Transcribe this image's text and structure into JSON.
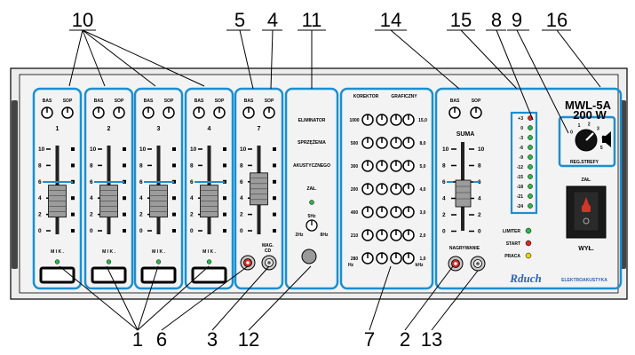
{
  "callouts_top": [
    "10",
    "5",
    "4",
    "11",
    "14",
    "15",
    "8",
    "9",
    "16"
  ],
  "callouts_bottom": [
    "1",
    "6",
    "3",
    "12",
    "7",
    "2",
    "13"
  ],
  "tone_labels": {
    "bas": "BAS",
    "sop": "SOP"
  },
  "channels": [
    "1",
    "2",
    "3",
    "4",
    "7"
  ],
  "fader_scale": [
    "10",
    "8",
    "6",
    "4",
    "2",
    "0"
  ],
  "mic_label": "M I K .",
  "mag_label": "MAG.\nCD",
  "eliminator": {
    "line1": "ELIMINATOR",
    "line2": "SPRZĘŻENIA",
    "line3": "AKUSTYCZNEGO",
    "switch": "ZAŁ.",
    "freq_labels": [
      "5Hz",
      "2Hz",
      "8Hz"
    ]
  },
  "eq": {
    "title1": "KOREKTOR",
    "title2": "GRAFICZNY",
    "bands_left": [
      "1000",
      "500",
      "300",
      "200",
      "400",
      "210",
      "280"
    ],
    "bands_right": [
      "15,0",
      "8,0",
      "5,0",
      "4,0",
      "3,0",
      "2,0",
      "1,0"
    ],
    "unit_left": "Hz",
    "unit_right": "kHz"
  },
  "suma": {
    "label": "SUMA",
    "scale": [
      "10",
      "8",
      "6",
      "4",
      "2",
      "0"
    ],
    "out_label": "NAGRYWANIE"
  },
  "vu_scale": [
    "+3",
    "0",
    "-3",
    "-6",
    "-9",
    "-12",
    "-15",
    "-18",
    "-21",
    "-24"
  ],
  "status_lights": [
    {
      "label": "LIMITER",
      "color": "#2fb54a"
    },
    {
      "label": "START",
      "color": "#d42a2a"
    },
    {
      "label": "PRACA",
      "color": "#e8d21a"
    }
  ],
  "model": {
    "name": "MWL-5A",
    "power": "200 W"
  },
  "zone": {
    "label": "REG.STREFY",
    "scale": [
      "0",
      "1",
      "2",
      "3",
      "4",
      "5"
    ]
  },
  "power_switch": {
    "on": "ZAŁ.",
    "off": "WYŁ."
  },
  "brand": {
    "name": "Rduch",
    "tag": "ELEKTROAKUSTYKA"
  },
  "colors": {
    "panel_border": "#1b8fd0",
    "led_green": "#2fb54a",
    "led_red": "#d42a2a",
    "switch_red": "#d1362a"
  }
}
